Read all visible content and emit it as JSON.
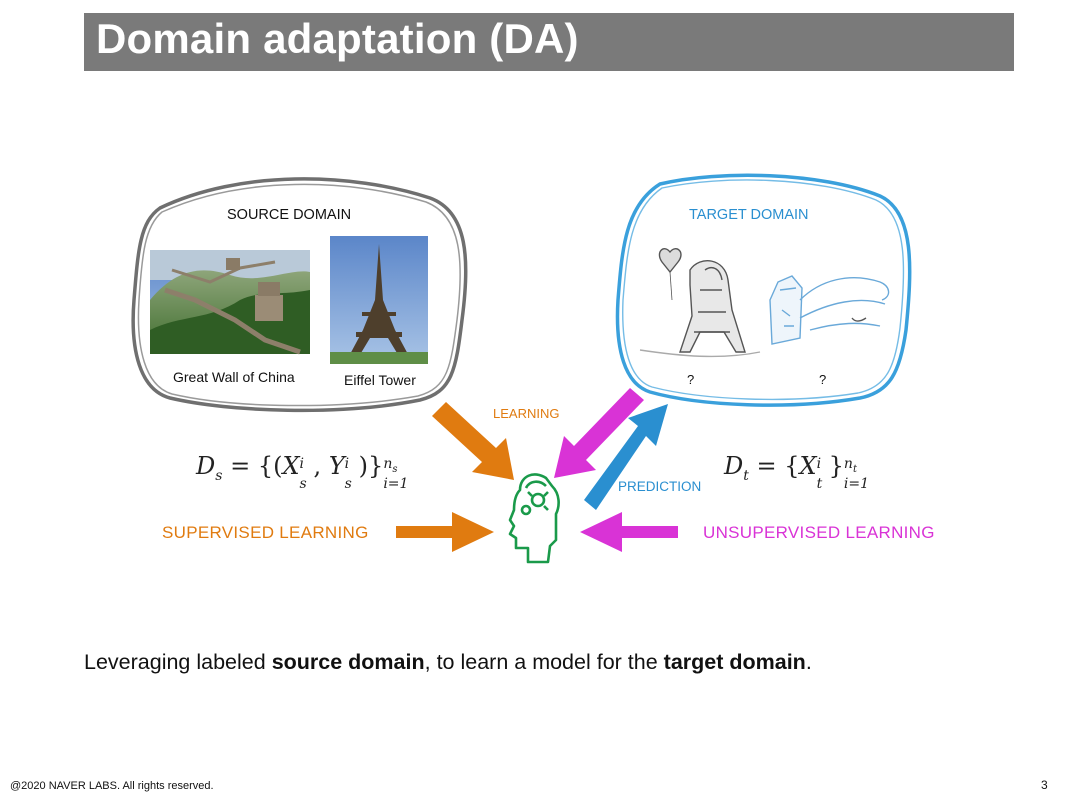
{
  "slide": {
    "title": "Domain adaptation (DA)",
    "page_number": "3",
    "copyright": "@2020 NAVER LABS. All rights reserved."
  },
  "source_domain": {
    "title": "SOURCE DOMAIN",
    "images": [
      {
        "caption": "Great Wall of China"
      },
      {
        "caption": "Eiffel Tower"
      }
    ],
    "formula": "Ds = {(Xsi, Ysi)}i=1ns"
  },
  "target_domain": {
    "title": "TARGET DOMAIN",
    "images": [
      {
        "caption": "?"
      },
      {
        "caption": "?"
      }
    ],
    "formula": "Dt = {Xti}i=1nt"
  },
  "labels": {
    "learning": "LEARNING",
    "prediction": "PREDICTION",
    "supervised": "SUPERVISED LEARNING",
    "unsupervised": "UNSUPERVISED LEARNING"
  },
  "statement": {
    "part1": "Leveraging labeled ",
    "bold1": "source domain",
    "part2": ", to learn a model for the ",
    "bold2": "target domain",
    "part3": "."
  },
  "colors": {
    "orange": "#e07b10",
    "magenta": "#d933d6",
    "blue": "#2a8fd0",
    "green": "#1a9a4a",
    "title_bar": "#7a7a7a"
  },
  "icons": [
    "head-gears-icon"
  ]
}
